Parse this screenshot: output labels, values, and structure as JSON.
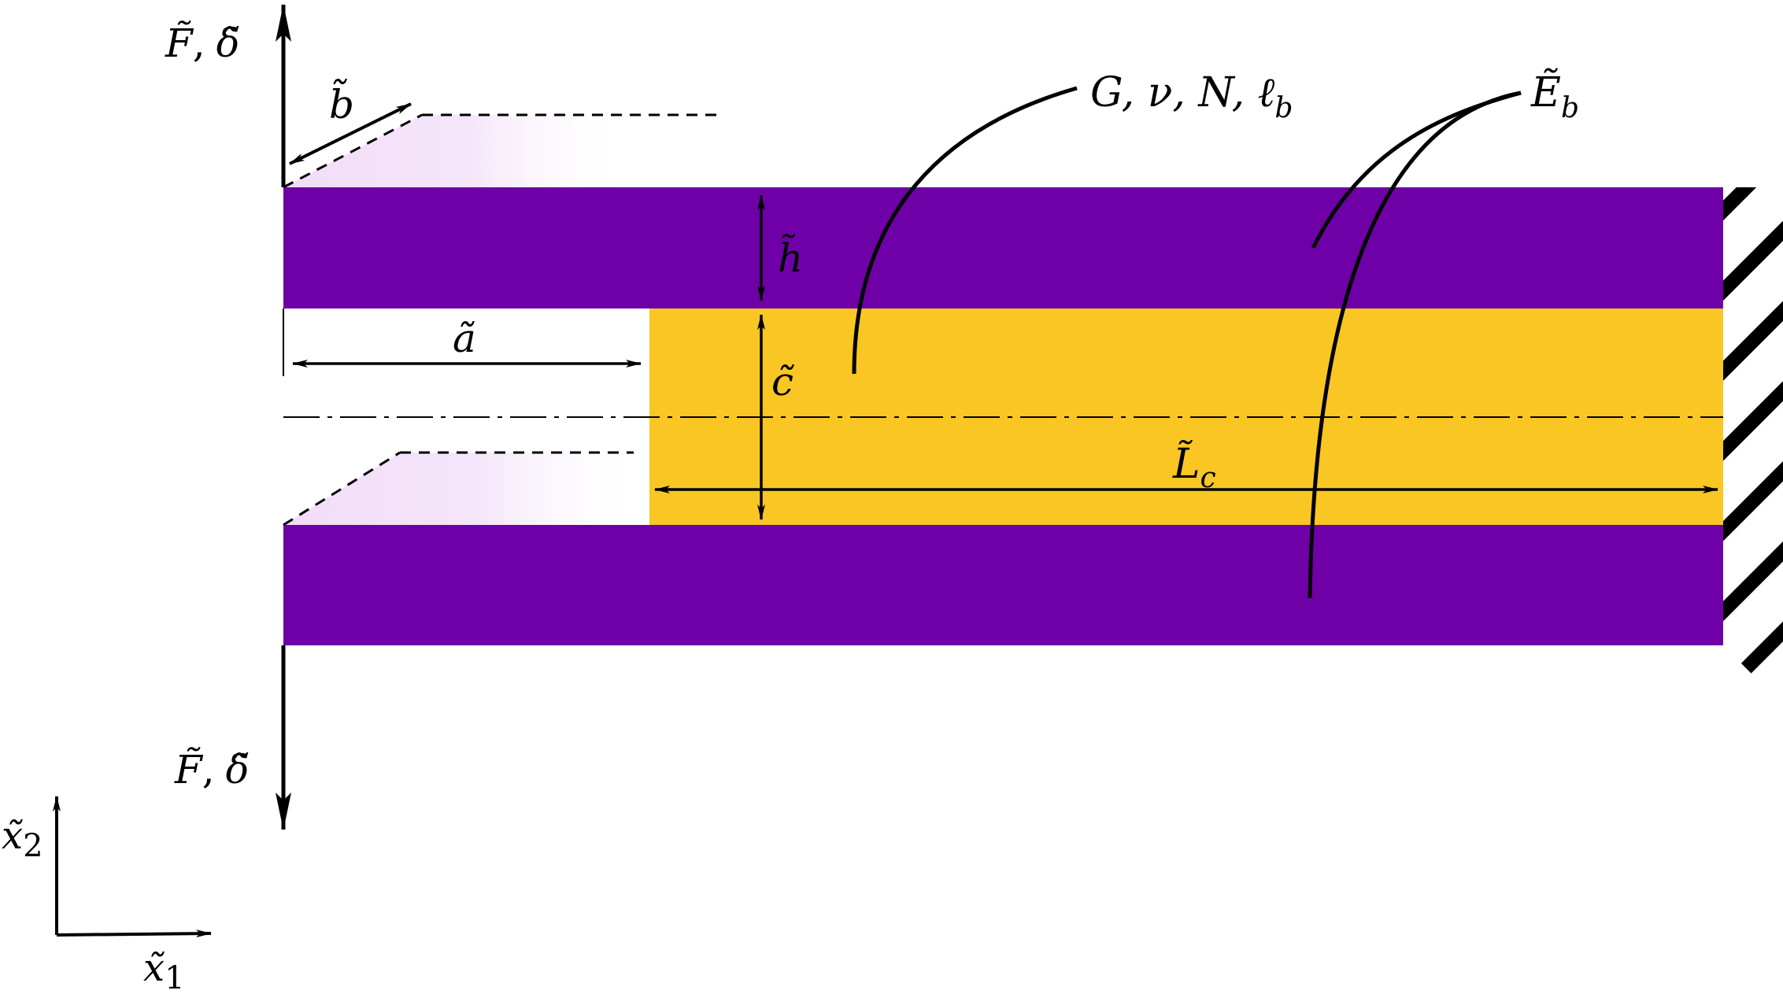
{
  "colors": {
    "adherend": "#6f00a7",
    "core": "#f9c623",
    "fade": "#f1dcf8",
    "line": "#000000",
    "background": "#ffffff"
  },
  "labels": {
    "force_top": {
      "main": "F̃",
      "sep": ",",
      "second": "δ̃"
    },
    "force_bottom": {
      "main": "F̃",
      "sep": ",",
      "second": "δ̃"
    },
    "width": "b̃",
    "thickness": "h̃",
    "crack": "ã",
    "core_half": "c̃",
    "length": {
      "main": "L̃",
      "sub": "c"
    },
    "core_props": {
      "text": "G, ν, N, ℓ",
      "sub": "b"
    },
    "adherend_modulus": {
      "main": "Ẽ",
      "sub": "b"
    },
    "axis_x2": {
      "main": "x̃",
      "sub": "2"
    },
    "axis_x1": {
      "main": "x̃",
      "sub": "1"
    }
  }
}
